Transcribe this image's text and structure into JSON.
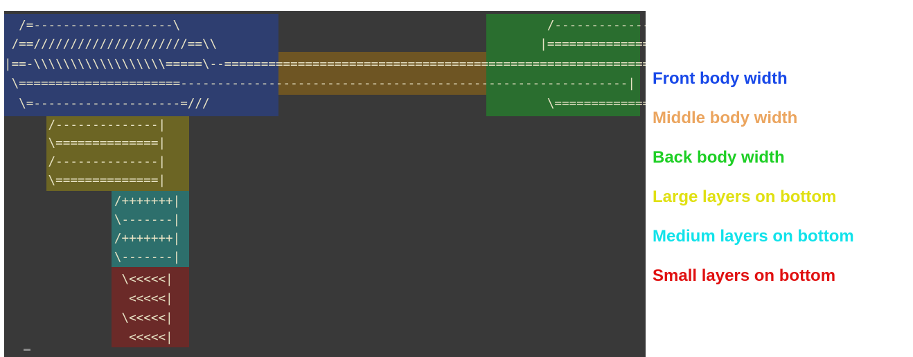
{
  "colors": {
    "terminal_bg": "#393939",
    "ascii_text": "#e7e2c4",
    "front_region": "#2e3e70",
    "middle_region": "#6e5523",
    "back_region": "#2a6e2f",
    "large_region": "#6c6524",
    "medium_region": "#2d6f6c",
    "small_region": "#6b2a28"
  },
  "ascii": {
    "row1": "  /=-------------------\\                                                  /--------------|",
    "row2": " /==/////////////////////==\\\\                                            |==============|",
    "row3": "|==-\\\\\\\\\\\\\\\\\\\\\\\\\\\\\\\\\\\\=====\\--============================================================|",
    "row4": " \\======================-------------------------------------------------------------|",
    "row5": "  \\=--------------------=///                                              \\================/",
    "large1": "      /--------------|",
    "large2": "      \\==============|",
    "large3": "      /--------------|",
    "large4": "      \\==============|",
    "medium1": "               /+++++++|",
    "medium2": "               \\-------|",
    "medium3": "               /+++++++|",
    "medium4": "               \\-------|",
    "small1": "                \\<<<<<|",
    "small2": "                 <<<<<|",
    "small3": "                \\<<<<<|",
    "small4": "                 <<<<<|"
  },
  "legend": {
    "front": {
      "label": "Front body width",
      "color": "#1848e8"
    },
    "middle": {
      "label": "Middle body width",
      "color": "#eba55f"
    },
    "back": {
      "label": "Back body width",
      "color": "#1ecf25"
    },
    "large": {
      "label": "Large layers on bottom",
      "color": "#e0e012"
    },
    "medium": {
      "label": "Medium layers on bottom",
      "color": "#12e2ea"
    },
    "small": {
      "label": "Small layers on bottom",
      "color": "#e01010"
    }
  }
}
